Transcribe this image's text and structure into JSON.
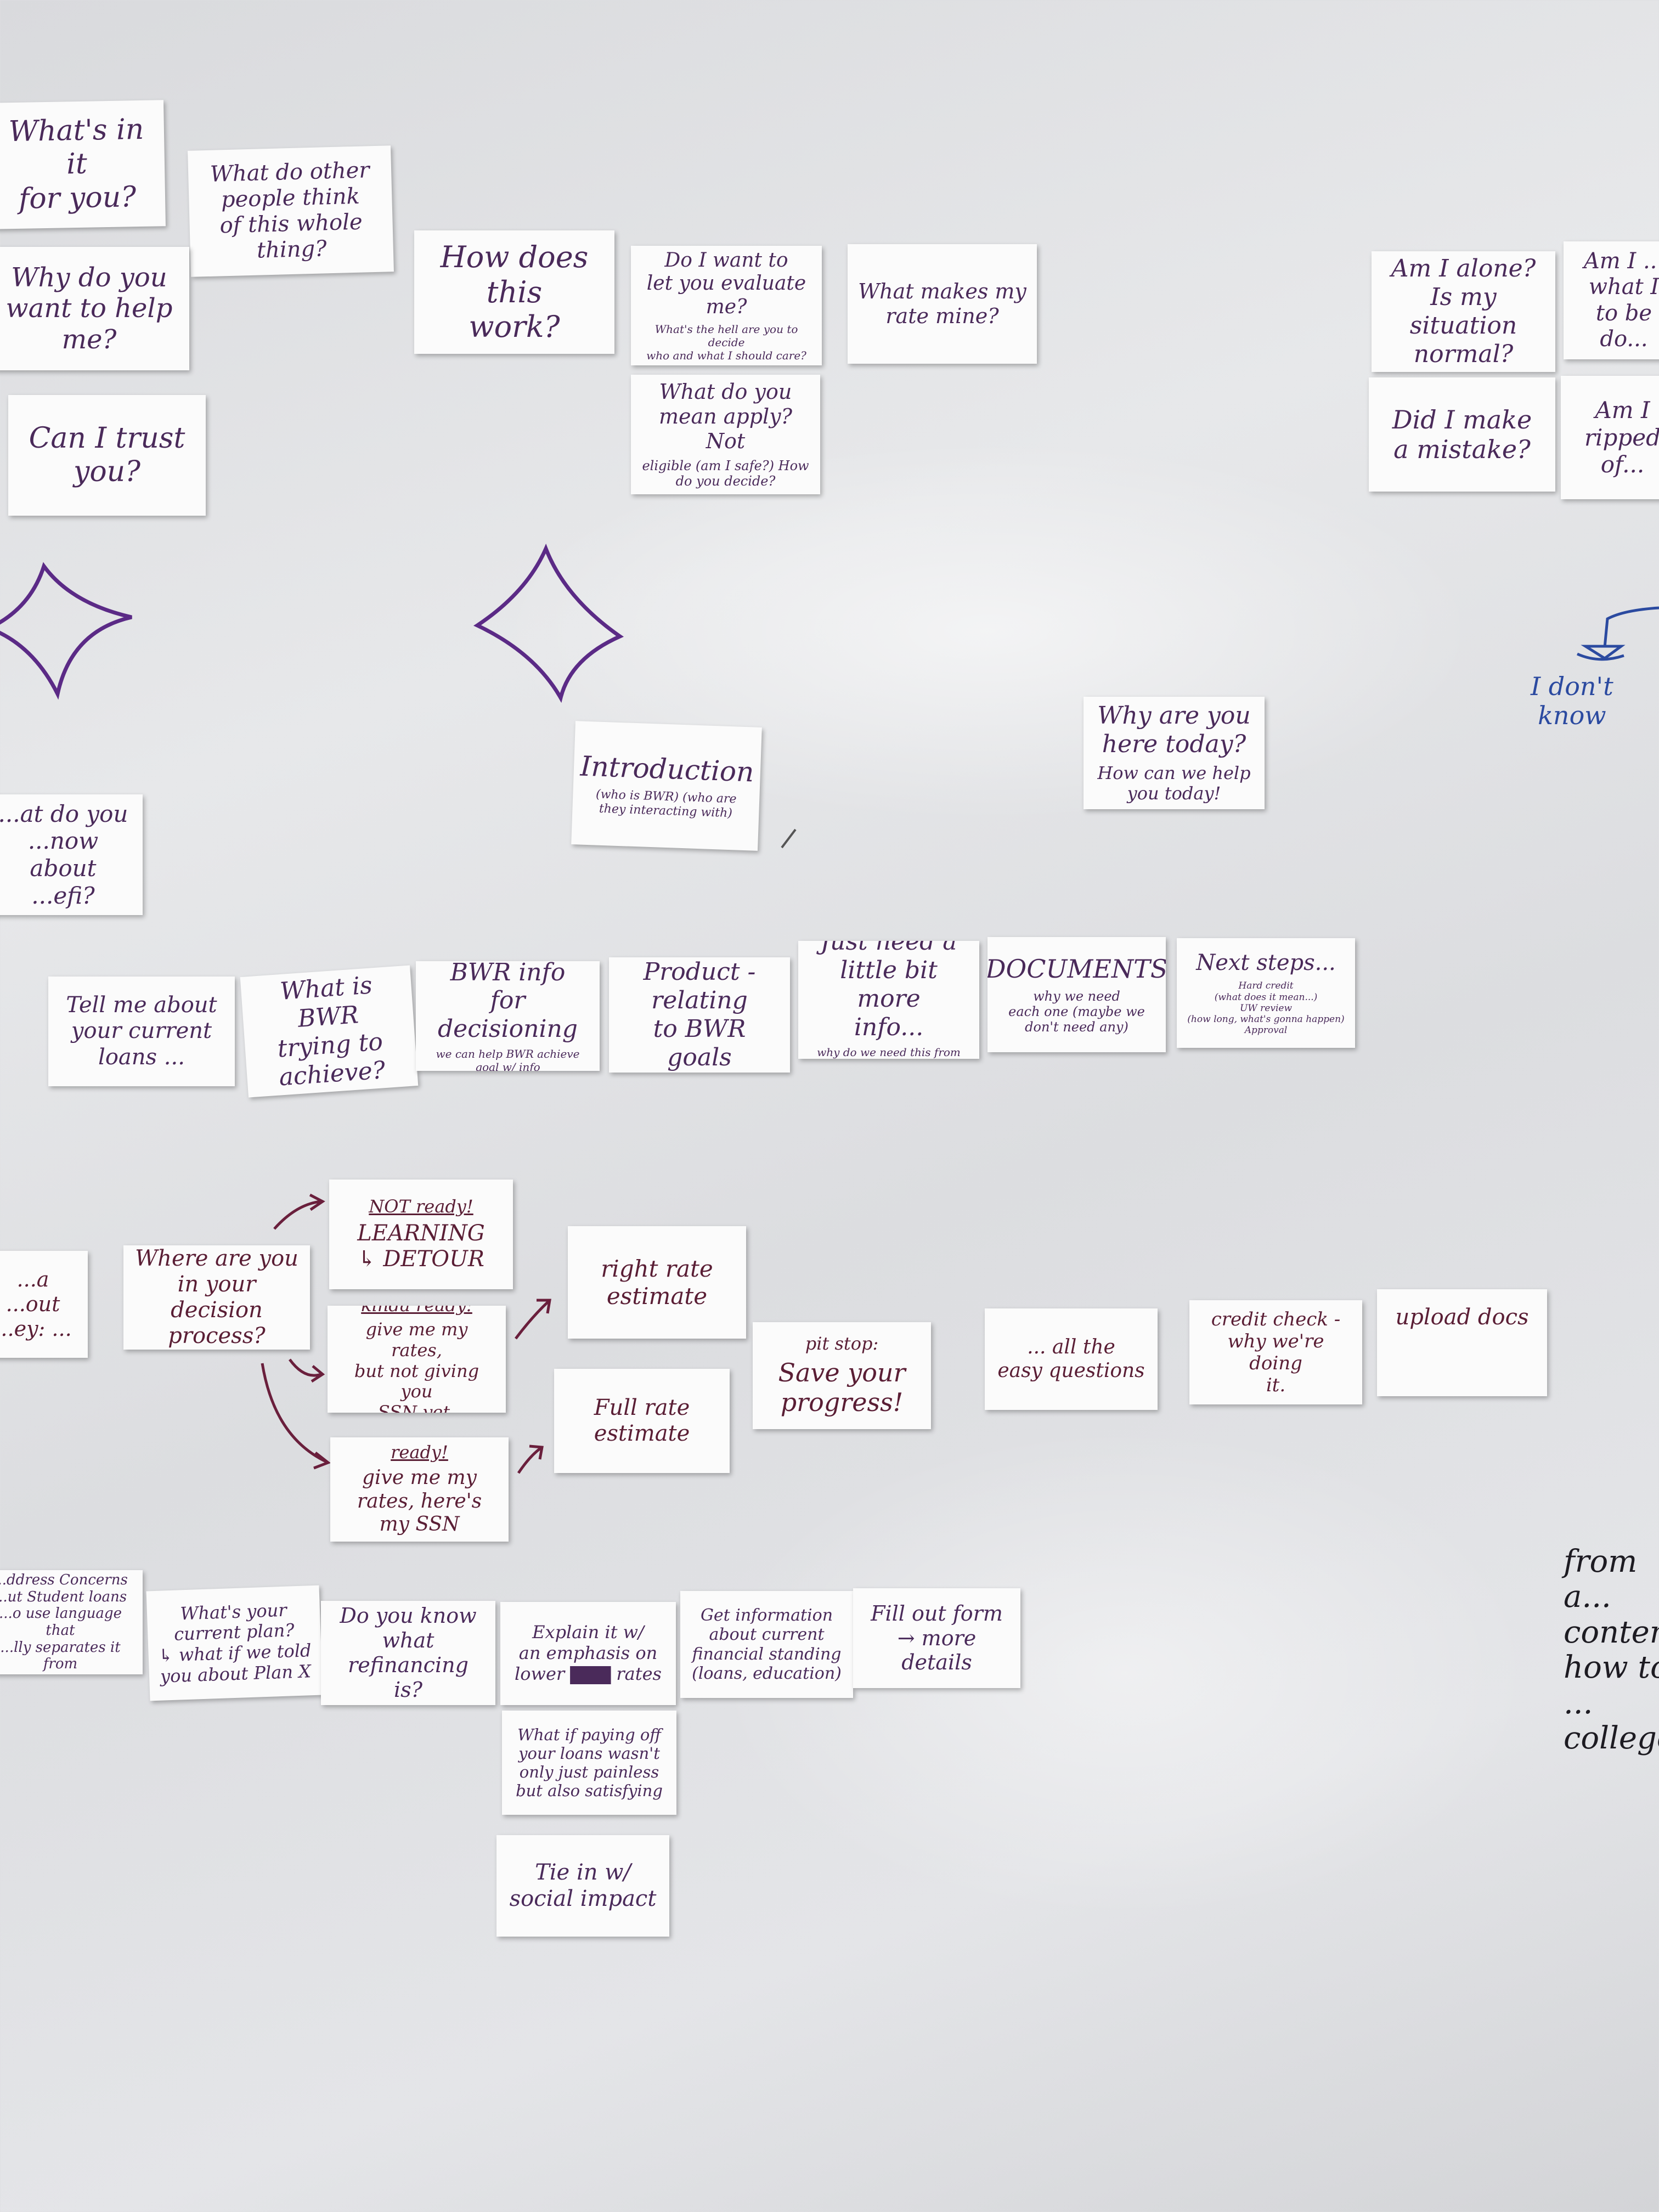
{
  "colors": {
    "board": "#e2e3e6",
    "card": "#fbfbfb",
    "marker_purple": "#5b2a86",
    "marker_maroon": "#6a1f3c",
    "marker_blue": "#2b4aa0",
    "marker_black": "#1d1b22"
  },
  "cards": {
    "whats_in_it": {
      "main": "What's in it\nfor you?"
    },
    "what_do_others": {
      "main": "What do other\npeople think\nof this whole\nthing?"
    },
    "how_does_this_work": {
      "main": "How does this\nwork?"
    },
    "do_i_want": {
      "main": "Do I want to\nlet you evaluate me?",
      "sub": "What's the hell are you to decide\nwho and what I should care?"
    },
    "what_makes_rate": {
      "main": "What makes my\nrate mine?"
    },
    "am_i_alone": {
      "main": "Am I alone?\nIs my situation\nnormal?"
    },
    "am_i_what": {
      "main": "Am I ...\nwhat I\nto be do..."
    },
    "why_help": {
      "main": "Why do you\nwant to help\nme?"
    },
    "what_mean_apply": {
      "main": "What do you\nmean apply? Not",
      "sub": "eligible (am I safe?) How\ndo you decide?"
    },
    "did_i_mistake": {
      "main": "Did I make\na mistake?"
    },
    "am_i_ripped": {
      "main": "Am I\nripped of..."
    },
    "can_i_trust": {
      "main": "Can I trust\nyou?"
    },
    "why_here_today": {
      "main": "Why are you\nhere today?",
      "sub": "How can we help\nyou today!"
    },
    "introduction": {
      "main": "Introduction",
      "sub": "(who is BWR)  (who are they interacting with)"
    },
    "what_know_refi": {
      "main": "...at do you\n...now about\n...efi?"
    },
    "tell_me_loans": {
      "main": "Tell me about\nyour current\nloans ..."
    },
    "what_bwr_trying": {
      "main": "What is BWR\ntrying to\nachieve?"
    },
    "bwr_info": {
      "main": "BWR info\nfor decisioning",
      "sub": "we can help BWR achieve\ngoal w/ info"
    },
    "product_relating": {
      "main": "Product - relating\nto BWR\ngoals"
    },
    "little_more_info": {
      "main": "Just need a\nlittle bit more\ninfo...",
      "sub": "why do we need this from BWR"
    },
    "documents": {
      "main": "DOCUMENTS",
      "sub": "why we need\neach one (maybe we don't need any)"
    },
    "next_steps": {
      "main": "Next steps...",
      "sub": "Hard credit\n(what does it mean...)\nUW review\n(how long, what's gonna happen)\nApproval"
    },
    "not_ready": {
      "top": "NOT ready!",
      "main": "LEARNING\n↳ DETOUR"
    },
    "left_edge_out": {
      "main": "...a\n...out\n...ey: ..."
    },
    "decision_process": {
      "main": "Where are you\nin your decision\nprocess?"
    },
    "kinda_ready": {
      "top": "kinda ready:",
      "main": "give me my\nrates,\nbut not giving you\nSSN yet."
    },
    "ready": {
      "top": "ready!",
      "main": "give me my\nrates, here's\nmy SSN"
    },
    "right_rate": {
      "main": "right rate\nestimate"
    },
    "full_rate": {
      "main": "Full rate\nestimate"
    },
    "pit_stop": {
      "top": "pit stop:",
      "main": "Save your\nprogress!"
    },
    "easy_questions": {
      "main": "... all the\neasy questions"
    },
    "credit_check": {
      "main": "credit check -\nwhy we're doing\nit."
    },
    "upload_docs": {
      "main": "upload docs"
    },
    "address_concerns": {
      "main": "...ddress Concerns\n...ut Student loans\n...o use language that\n...lly separates it from"
    },
    "current_plan": {
      "main": "What's your\ncurrent plan?\n↳ what if we told\nyou about Plan X"
    },
    "know_refinancing": {
      "main": "Do you know\nwhat refinancing\nis?"
    },
    "explain_emphasis": {
      "main": "Explain it w/\nan emphasis on\nlower ▇▇▇ rates"
    },
    "get_information": {
      "main": "Get information\nabout current\nfinancial standing\n(loans, education)"
    },
    "fill_out_form": {
      "main": "Fill out form\n→ more details"
    },
    "what_if_paying": {
      "main": "What if paying off\nyour loans wasn't\nonly just painless\nbut also satisfying"
    },
    "tie_in_social": {
      "main": "Tie in w/\nsocial impact"
    }
  },
  "notes": {
    "i_dont_know": "I don't\nknow",
    "from_content": "from a...\ncontent\nhow to ...\ncollege"
  }
}
